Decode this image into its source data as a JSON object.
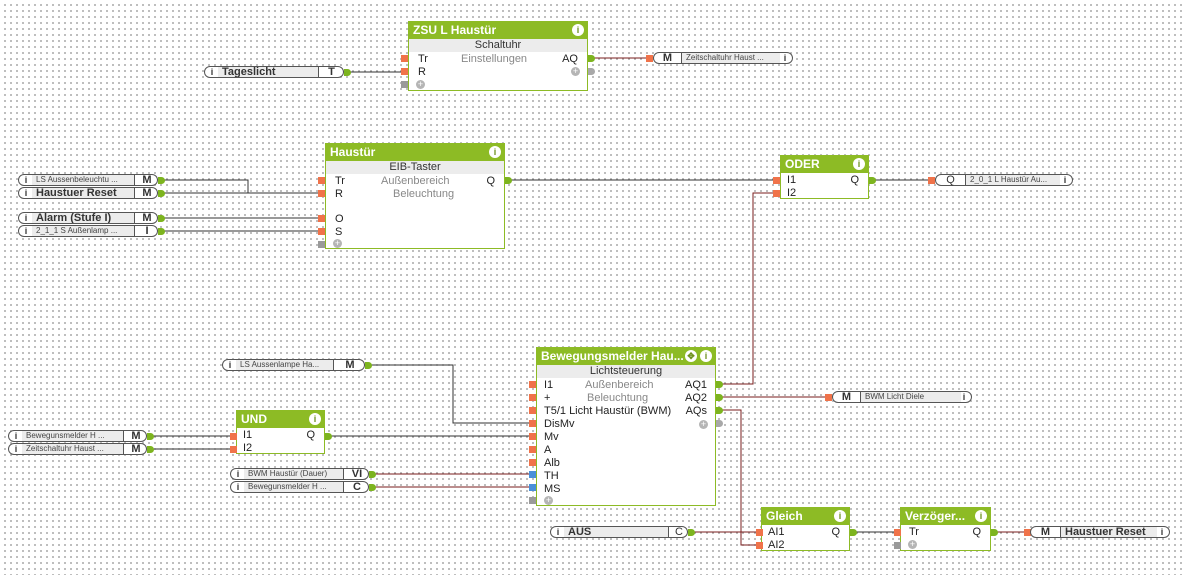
{
  "colors": {
    "block_header": "#8dbb25",
    "input_pin": "#f0734a",
    "output_pin": "#7db41f",
    "analog_pin": "#4a90d9",
    "wire_binary": "#333333",
    "wire_analog": "#7a1e1e"
  },
  "blocks": {
    "zsu": {
      "title": "ZSU L Haustür",
      "subtitle": "Schaltuhr",
      "desc1": "Einstellungen",
      "inputs": [
        "Tr",
        "R"
      ],
      "outputs": [
        "AQ"
      ]
    },
    "haustuer": {
      "title": "Haustür",
      "subtitle": "EIB-Taster",
      "desc1": "Außenbereich",
      "desc2": "Beleuchtung",
      "inputs": [
        "Tr",
        "R",
        "O",
        "S"
      ],
      "outputs": [
        "Q"
      ]
    },
    "oder": {
      "title": "ODER",
      "inputs": [
        "I1",
        "I2"
      ],
      "outputs": [
        "Q"
      ]
    },
    "bwm": {
      "title": "Bewegungsmelder Hau...",
      "subtitle": "Lichtsteuerung",
      "desc1": "Außenbereich",
      "desc2": "Beleuchtung",
      "inputs": [
        "I1",
        "+",
        "T5/1 Licht Haustür (BWM)",
        "DisMv",
        "Mv",
        "A",
        "Alb",
        "TH",
        "MS"
      ],
      "outputs": [
        "AQ1",
        "AQ2",
        "AQs"
      ]
    },
    "und": {
      "title": "UND",
      "inputs": [
        "I1",
        "I2"
      ],
      "outputs": [
        "Q"
      ]
    },
    "gleich": {
      "title": "Gleich",
      "inputs": [
        "AI1",
        "AI2"
      ],
      "outputs": [
        "Q"
      ]
    },
    "verzoeger": {
      "title": "Verzöger...",
      "inputs": [
        "Tr"
      ],
      "outputs": [
        "Q"
      ]
    }
  },
  "connectors": {
    "tageslicht": {
      "label": "Tageslicht",
      "type": "T"
    },
    "zeitschaltuhr_out": {
      "label": "Zeitschaltuhr Haust ...",
      "type": "M"
    },
    "ls_aussenbeleuchtung": {
      "label": "LS Aussenbeleuchtu ...",
      "type": "M"
    },
    "haustuer_reset_in": {
      "label": "Haustuer Reset",
      "type": "M"
    },
    "alarm": {
      "label": "Alarm (Stufe I)",
      "type": "M"
    },
    "s_aussenlampe": {
      "label": "2_1_1 S Außenlamp ...",
      "type": "I"
    },
    "oder_out": {
      "label": "2_0_1 L Haustür Au...",
      "type": "Q"
    },
    "ls_aussenlampe": {
      "label": "LS Aussenlampe Ha...",
      "type": "M"
    },
    "bwm_licht_diele": {
      "label": "BWM Licht Diele",
      "type": "M"
    },
    "bewegungsmelder_1": {
      "label": "Bewegunsmelder H ...",
      "type": "M"
    },
    "zeitschaltuhr_in": {
      "label": "Zeitschaltuhr Haust ...",
      "type": "M"
    },
    "bwm_dauer": {
      "label": "BWM Haustür (Dauer)",
      "type": "VI"
    },
    "bewegungsmelder_2": {
      "label": "Bewegunsmelder H ...",
      "type": "C"
    },
    "aus": {
      "label": "AUS",
      "type": "C"
    },
    "haustuer_reset_out": {
      "label": "Haustuer Reset",
      "type": "M"
    }
  },
  "icons": {
    "info": "i",
    "move": "✥",
    "plus": "+"
  }
}
